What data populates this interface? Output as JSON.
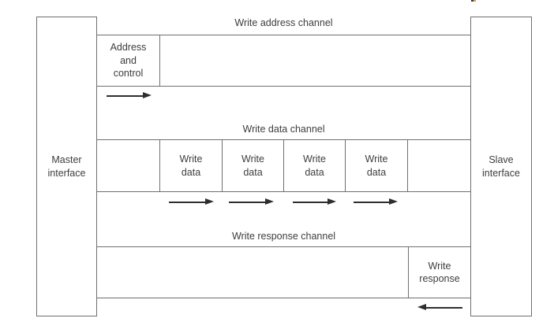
{
  "diagram": {
    "master": {
      "label": "Master\ninterface"
    },
    "slave": {
      "label": "Slave\ninterface"
    },
    "channels": {
      "address": {
        "title": "Write address channel",
        "cell": "Address\nand\ncontrol"
      },
      "data": {
        "title": "Write data channel",
        "cells": [
          "Write\ndata",
          "Write\ndata",
          "Write\ndata",
          "Write\ndata"
        ]
      },
      "response": {
        "title": "Write response channel",
        "cell": "Write\nresponse"
      }
    },
    "arrows": {
      "address": "right",
      "data": [
        "right",
        "right",
        "right",
        "right"
      ],
      "response": "left"
    },
    "colors": {
      "border": "#6f6f6f",
      "text": "#3d3d3d",
      "arrow": "#2e2e2e",
      "background": "#ffffff",
      "artifact_left": "#1f3c7e",
      "artifact_right": "#eda118"
    }
  }
}
